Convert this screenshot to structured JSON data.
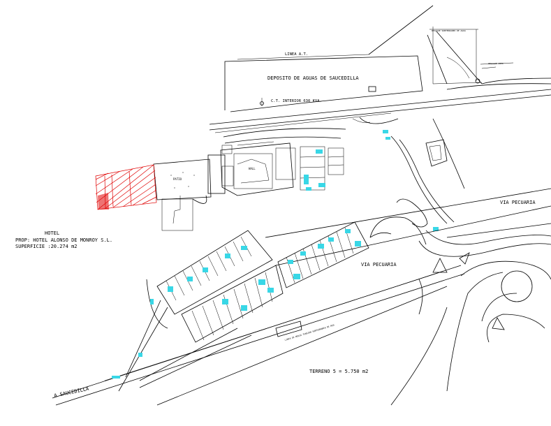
{
  "labels": {
    "linea": "LINEA A.T.",
    "deposito": "DEPOSITO DE AGUAS DE SAUCEDILLA",
    "ct_interior": "C.T. INTERIOR 630 KVA.",
    "top_label_1": "DESAGUE SUBTERRANEO DE AGUA",
    "top_label_2": "DESAGUE AGUA",
    "via_pecuaria_1": "VIA PECUARIA",
    "via_pecuaria_2": "VIA PECUARIA",
    "hotel_title": "HOTEL",
    "hotel_owner": "PROP: HOTEL ALONSO DE MONROY S.L.",
    "hotel_area": "SUPERFICIE :20.274 m2",
    "terreno": "TERRENO 5 = 5.750 m2",
    "saucedilla": "A SAUCEDILLA",
    "canal_label": "LINEA DE MEDIA TENSION SUBTERRANEA DE RED",
    "small_1": "PATIO",
    "small_2": "HALL"
  },
  "colors": {
    "lines": "#000000",
    "hatch": "#e00000",
    "parking": "#39d7e6"
  }
}
